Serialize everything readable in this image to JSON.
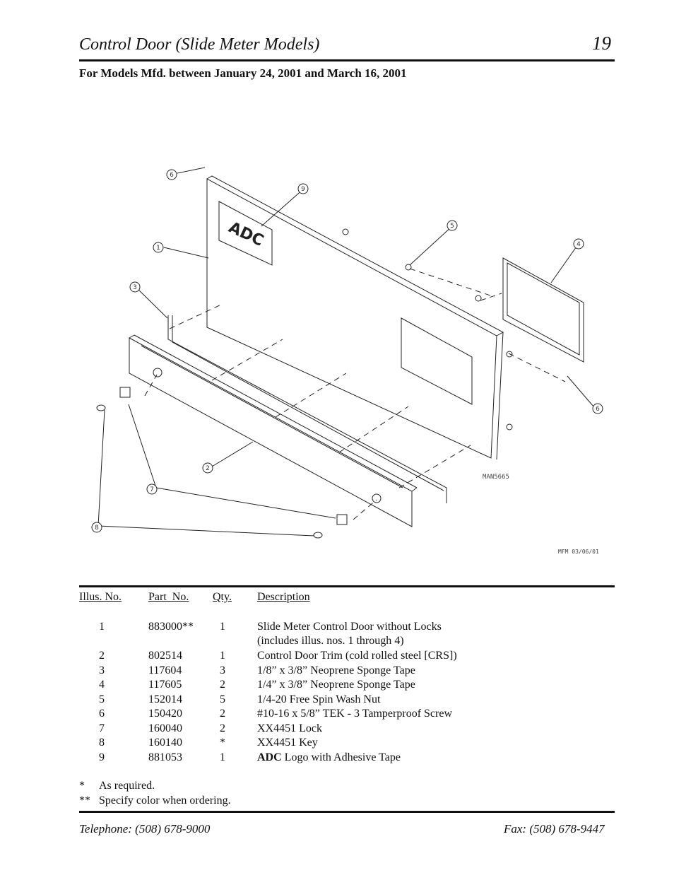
{
  "header": {
    "title": "Control Door (Slide Meter Models)",
    "page_number": "19",
    "subtitle": "For Models Mfd. between January 24, 2001 and March 16, 2001"
  },
  "diagram": {
    "callouts": [
      "1",
      "2",
      "3",
      "4",
      "5",
      "6",
      "7",
      "8",
      "9"
    ],
    "logo_text": "ADC",
    "drawing_code": "MAN5665",
    "revision": "MFM 03/06/01"
  },
  "parts_table": {
    "headers": [
      "Illus. No.",
      "Part  No.",
      "Qty.",
      "Description"
    ],
    "rows": [
      {
        "illus": "1",
        "part": "883000**",
        "qty": "1",
        "desc": "Slide Meter Control Door without Locks",
        "desc2": "(includes illus. nos. 1 through 4)"
      },
      {
        "illus": "2",
        "part": "802514",
        "qty": "1",
        "desc": "Control Door Trim (cold rolled steel [CRS])"
      },
      {
        "illus": "3",
        "part": "117604",
        "qty": "3",
        "desc": "1/8” x 3/8” Neoprene Sponge Tape"
      },
      {
        "illus": "4",
        "part": "117605",
        "qty": "2",
        "desc": "1/4” x 3/8” Neoprene Sponge Tape"
      },
      {
        "illus": "5",
        "part": "152014",
        "qty": "5",
        "desc": "1/4-20 Free Spin Wash Nut"
      },
      {
        "illus": "6",
        "part": "150420",
        "qty": "2",
        "desc": "#10-16 x 5/8” TEK - 3 Tamperproof Screw"
      },
      {
        "illus": "7",
        "part": "160040",
        "qty": "2",
        "desc": "XX4451 Lock"
      },
      {
        "illus": "8",
        "part": "160140",
        "qty": "*",
        "desc": "XX4451 Key"
      },
      {
        "illus": "9",
        "part": "881053",
        "qty": "1",
        "desc_bold": "ADC",
        "desc": " Logo with Adhesive Tape"
      }
    ]
  },
  "notes": [
    {
      "mark": "*",
      "text": "As required."
    },
    {
      "mark": "**",
      "text": "Specify color when ordering."
    }
  ],
  "footer": {
    "telephone": "Telephone: (508) 678-9000",
    "fax": "Fax: (508) 678-9447"
  }
}
